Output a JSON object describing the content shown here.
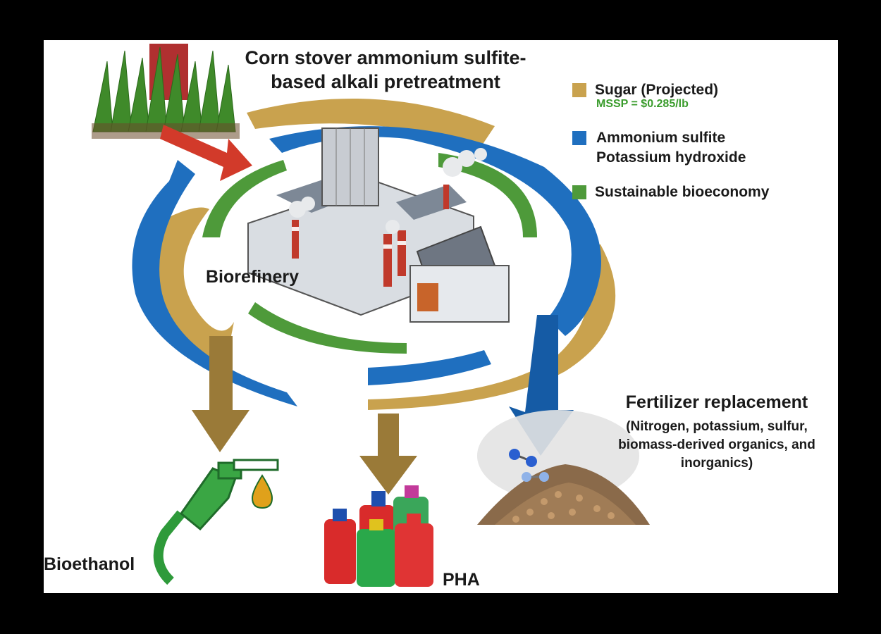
{
  "title_lines": [
    "Corn stover ammonium sulfite-",
    "based alkali pretreatment"
  ],
  "legend": [
    {
      "label_lines": [
        "Sugar (Projected)"
      ],
      "color": "#c9a24e"
    },
    {
      "label_lines": [
        "Ammonium sulfite",
        "Potassium hydroxide"
      ],
      "color": "#1f6fbf"
    },
    {
      "label_lines": [
        "Sustainable bioeconomy"
      ],
      "color": "#4e9a3a"
    }
  ],
  "mssp": {
    "text": "MSSP = $0.285/lb",
    "color": "#3a9c2c"
  },
  "center_label": "Biorefinery",
  "products": {
    "bioethanol": "Bioethanol",
    "pha": "PHA",
    "fertilizer_title": "Fertilizer replacement",
    "fertilizer_lines": [
      "(Nitrogen, potassium, sulfur,",
      "biomass-derived organics, and",
      "inorganics)"
    ]
  },
  "icons": [
    "corn-plants-icon",
    "factory-icon",
    "fuel-nozzle-icon",
    "oil-drop-icon",
    "plastic-bottles-icon",
    "fertilizer-pile-icon",
    "molecule-icon",
    "feed-arrow-icon",
    "output-arrow-icon"
  ]
}
